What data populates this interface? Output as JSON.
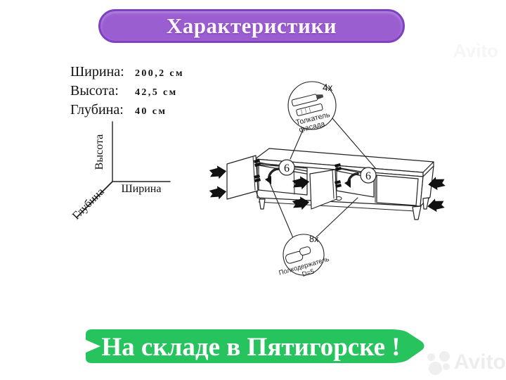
{
  "header": {
    "title": "Характеристики"
  },
  "specs": {
    "rows": [
      {
        "label": "Ширина:",
        "value": "200,2 см"
      },
      {
        "label": "Высота:",
        "value": "42,5 см"
      },
      {
        "label": "Глубина:",
        "value": "40 см"
      }
    ]
  },
  "axes": {
    "vertical": "Высота",
    "horizontal": "Ширина",
    "diagonal": "Глубина"
  },
  "diagram": {
    "step_number": "6",
    "pusher_label_line1": "Толкатель",
    "pusher_label_line2": "фасада",
    "pusher_qty": "4x",
    "shelf_pin_label": "Полкодержатель",
    "shelf_pin_size": "D=5",
    "shelf_pin_qty": "8x"
  },
  "footer": {
    "text": "На складе в Пятигорске !"
  },
  "watermark": {
    "brand": "Avito"
  },
  "colors": {
    "banner_purple": "#9b5ed1",
    "banner_purple_border": "#7e41c2",
    "ribbon_green": "#27c35e",
    "line_art": "#222222",
    "watermark_gray": "#ededed"
  }
}
